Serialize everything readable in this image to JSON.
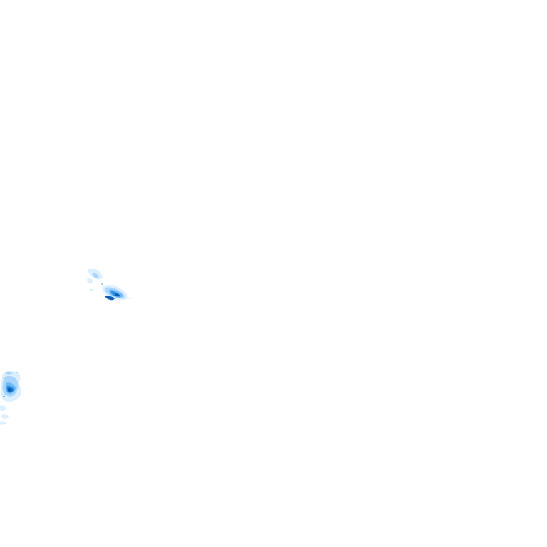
{
  "map": {
    "layer": "precipitation-radar",
    "basemap_visible": false,
    "palette": {
      "faint": "#d6ecff",
      "light": "#a8d6ff",
      "medium": "#6db8f5",
      "strong": "#2a8be0",
      "intense": "#0b5fb8"
    },
    "echoes": [
      {
        "name": "echo-central-west",
        "intensity": "strong"
      },
      {
        "name": "echo-left-edge",
        "intensity": "intense"
      }
    ]
  }
}
